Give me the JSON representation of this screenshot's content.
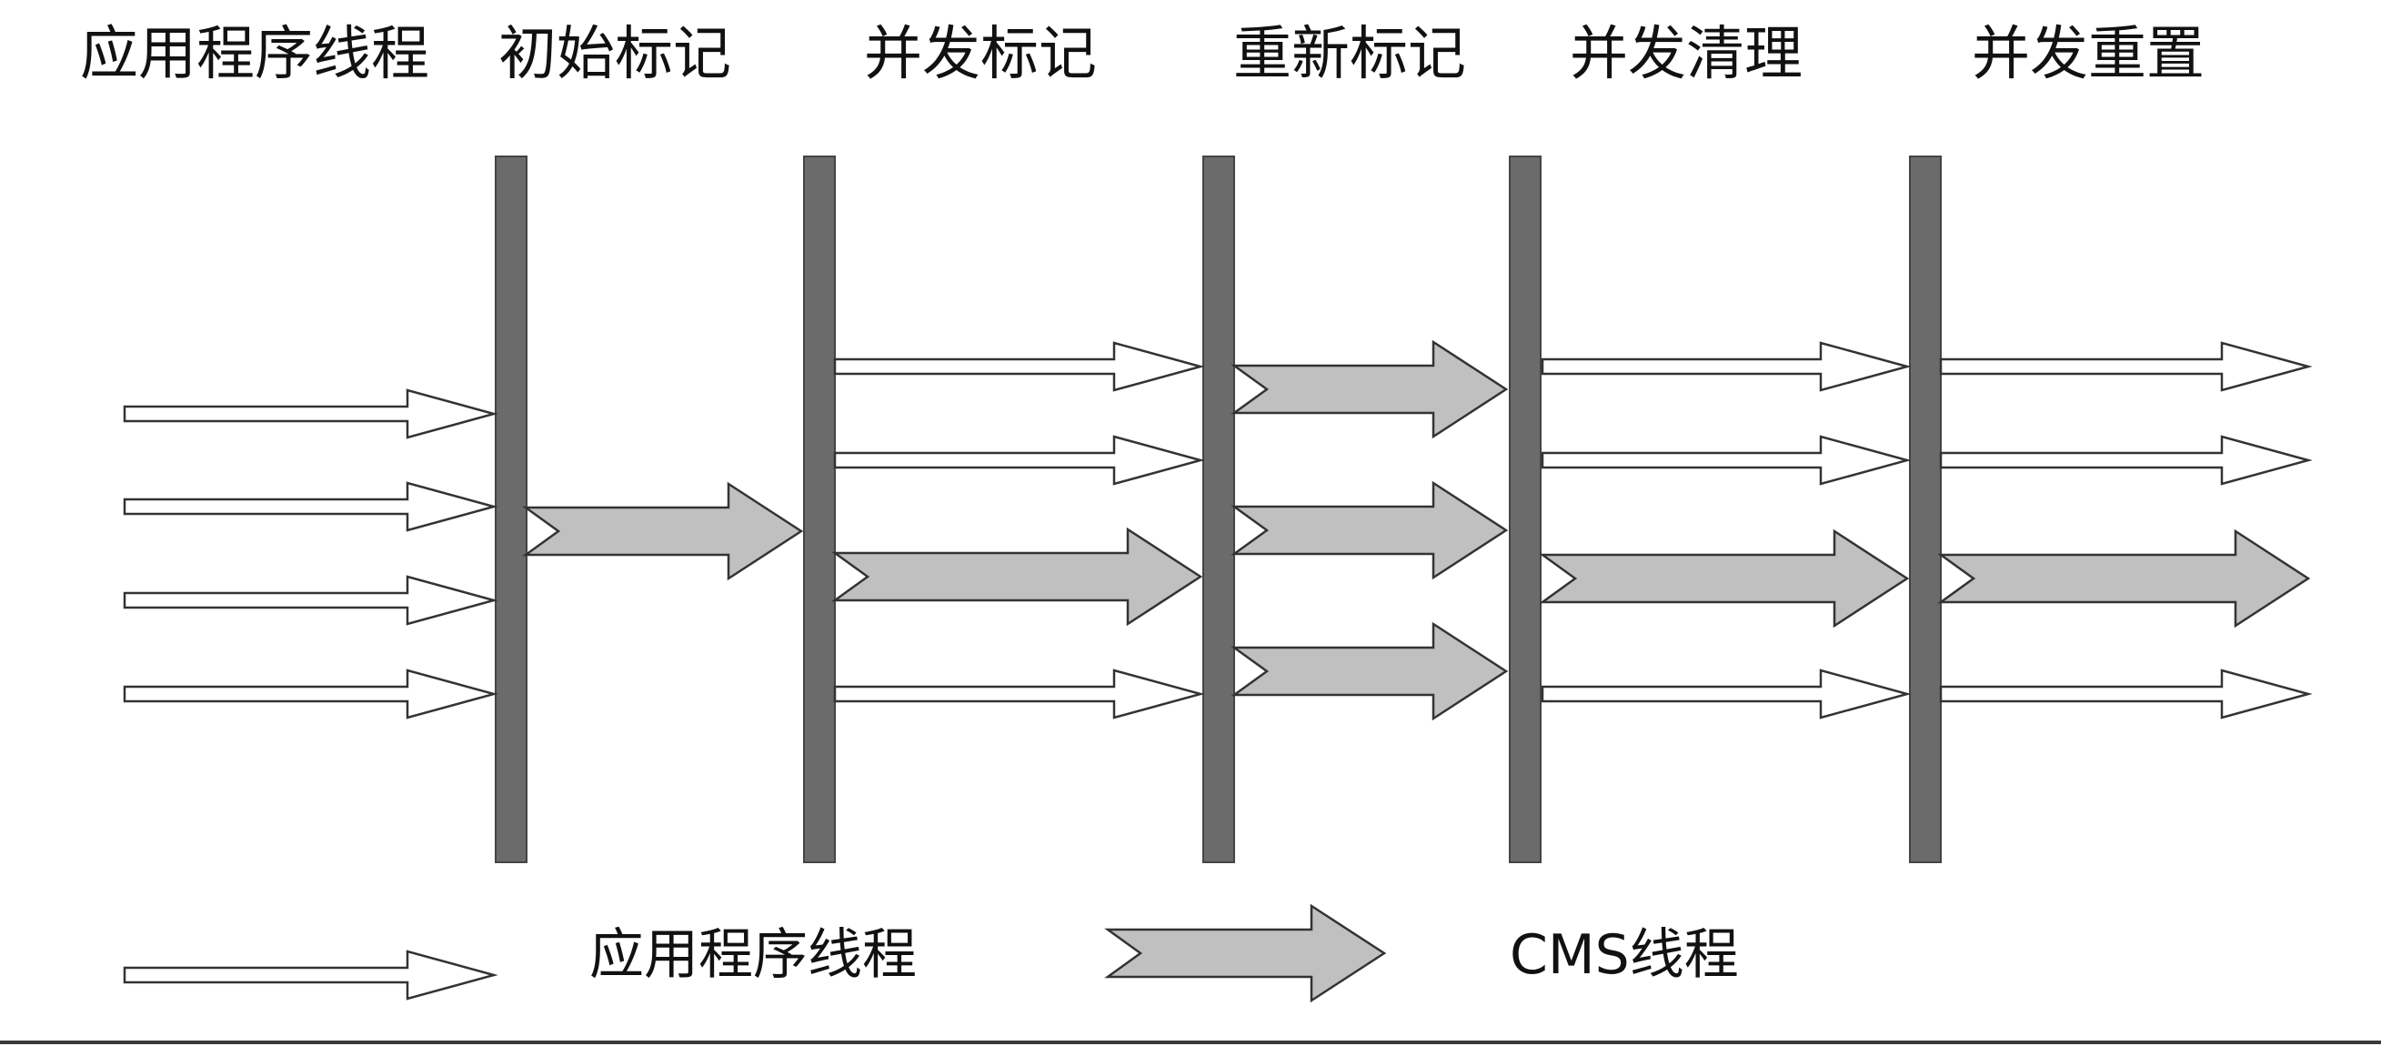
{
  "phases": [
    {
      "label": "应用程序线程"
    },
    {
      "label": "初始标记"
    },
    {
      "label": "并发标记"
    },
    {
      "label": "重新标记"
    },
    {
      "label": "并发清理"
    },
    {
      "label": "并发重置"
    }
  ],
  "legend": {
    "app_thread_label": "应用程序线程",
    "cms_thread_label": "CMS线程"
  },
  "arrow_kinds": {
    "app": "application thread (hollow arrow)",
    "cms": "CMS thread (gray arrow)"
  },
  "colors": {
    "barrier": "#6b6b6b",
    "cms_arrow_fill": "#c0c0c0",
    "app_arrow_fill": "#ffffff",
    "outline": "#333333",
    "text": "#111111",
    "frame": "#3a3a3a"
  }
}
